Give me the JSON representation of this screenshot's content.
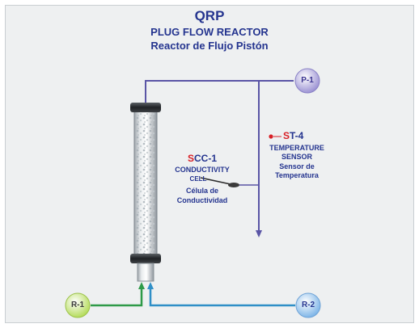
{
  "title": {
    "code": "QRP",
    "name_en": "PLUG FLOW REACTOR",
    "name_es": "Reactor de Flujo Pistón"
  },
  "nodes": {
    "p1": "P-1",
    "r1": "R-1",
    "r2": "R-2"
  },
  "sensors": {
    "temperature": {
      "code_prefix": "S",
      "code_rest": "T-4",
      "label_en_1": "TEMPERATURE",
      "label_en_2": "SENSOR",
      "label_es_1": "Sensor de",
      "label_es_2": "Temperatura"
    },
    "conductivity": {
      "code_prefix": "S",
      "code_rest": "CC-1",
      "label_en_1": "CONDUCTIVITY",
      "label_en_2": "CELL",
      "label_es_1": "Célula de",
      "label_es_2": "Conductividad"
    }
  },
  "colors": {
    "title": "#24348f",
    "sensor_code": "#d81f26",
    "line_p1": "#5a55a6",
    "line_r1": "#2e9a48",
    "line_r2": "#2f8fc7",
    "node_p1": "#b9b2e0",
    "node_r1": "#cde88a",
    "node_r2": "#a7cdf0"
  }
}
